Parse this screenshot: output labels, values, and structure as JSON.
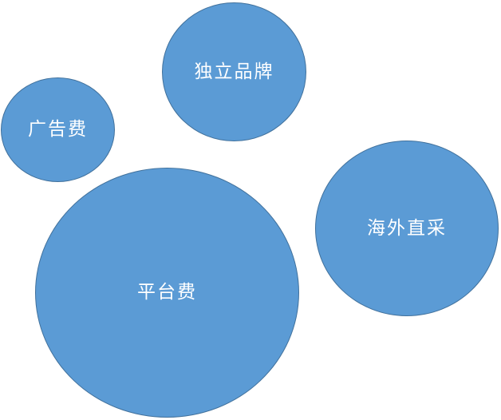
{
  "fill_color": "#5b9bd5",
  "bubbles": [
    {
      "label": "独立品牌"
    },
    {
      "label": "广告费"
    },
    {
      "label": "海外直采"
    },
    {
      "label": "平台费"
    }
  ]
}
